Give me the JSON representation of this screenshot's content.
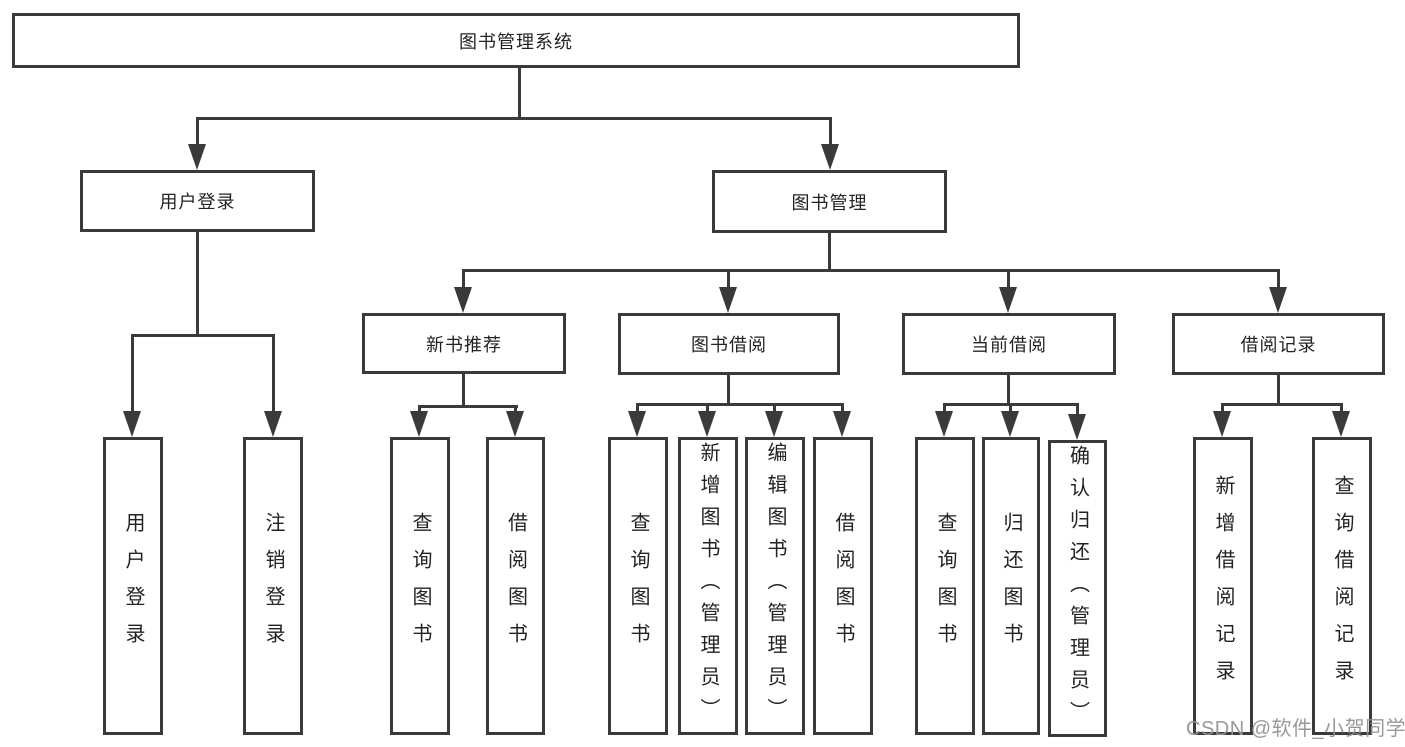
{
  "diagram_title": "图书管理系统",
  "colors": {
    "line": "#3a3a3a",
    "text": "#232323",
    "watermark": "#949494",
    "background": "#ffffff"
  },
  "nodes": {
    "root": {
      "label": "图书管理系统"
    },
    "user_login": {
      "label": "用户登录"
    },
    "book_mgmt": {
      "label": "图书管理"
    },
    "new_book_rec": {
      "label": "新书推荐"
    },
    "book_borrow": {
      "label": "图书借阅"
    },
    "current_borrow": {
      "label": "当前借阅"
    },
    "borrow_record": {
      "label": "借阅记录"
    },
    "leaf_user_login": {
      "label": "用户登录"
    },
    "leaf_logout": {
      "label": "注销登录"
    },
    "leaf_query_book_1": {
      "label": "查询图书"
    },
    "leaf_borrow_book_1": {
      "label": "借阅图书"
    },
    "leaf_query_book_2": {
      "label": "查询图书"
    },
    "leaf_add_book": {
      "label": "新增图书（管理员）"
    },
    "leaf_edit_book": {
      "label": "编辑图书（管理员）"
    },
    "leaf_borrow_book_2": {
      "label": "借阅图书"
    },
    "leaf_query_book_3": {
      "label": "查询图书"
    },
    "leaf_return_book": {
      "label": "归还图书"
    },
    "leaf_confirm_return": {
      "label": "确认归还（管理员）"
    },
    "leaf_add_record": {
      "label": "新增借阅记录"
    },
    "leaf_query_record": {
      "label": "查询借阅记录"
    }
  },
  "hierarchy": {
    "root": [
      "user_login",
      "book_mgmt"
    ],
    "user_login": [
      "leaf_user_login",
      "leaf_logout"
    ],
    "book_mgmt": [
      "new_book_rec",
      "book_borrow",
      "current_borrow",
      "borrow_record"
    ],
    "new_book_rec": [
      "leaf_query_book_1",
      "leaf_borrow_book_1"
    ],
    "book_borrow": [
      "leaf_query_book_2",
      "leaf_add_book",
      "leaf_edit_book",
      "leaf_borrow_book_2"
    ],
    "current_borrow": [
      "leaf_query_book_3",
      "leaf_return_book",
      "leaf_confirm_return"
    ],
    "borrow_record": [
      "leaf_add_record",
      "leaf_query_record"
    ]
  },
  "watermark": "CSDN @软件_小贺同学"
}
